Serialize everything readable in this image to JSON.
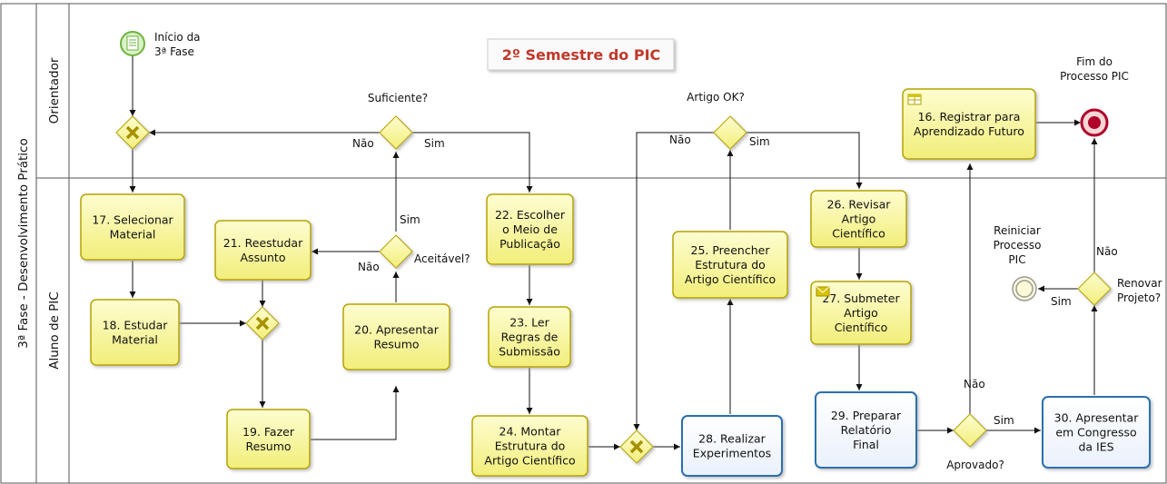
{
  "pool": {
    "label": "3ª Fase - Desenvolvimento Prático"
  },
  "lanes": {
    "orientador": "Orientador",
    "aluno": "Aluno de PIC"
  },
  "banner": "2º Semestre do PIC",
  "start": {
    "label": [
      "Início da",
      "3ª Fase"
    ]
  },
  "end": {
    "label": [
      "Fim do",
      "Processo PIC"
    ]
  },
  "restart": {
    "label": [
      "Reiniciar",
      "Processo",
      "PIC"
    ]
  },
  "tasks": {
    "t17": [
      "17. Selecionar",
      "Material"
    ],
    "t18": [
      "18. Estudar",
      "Material"
    ],
    "t19": [
      "19. Fazer",
      "Resumo"
    ],
    "t20": [
      "20. Apresentar",
      "Resumo"
    ],
    "t21": [
      "21. Reestudar",
      "Assunto"
    ],
    "t22": [
      "22. Escolher",
      "o Meio de",
      "Publicação"
    ],
    "t23": [
      "23. Ler",
      "Regras de",
      "Submissão"
    ],
    "t24": [
      "24. Montar",
      "Estrutura do",
      "Artigo Científico"
    ],
    "t25": [
      "25. Preencher",
      "Estrutura do",
      "Artigo Científico"
    ],
    "t26": [
      "26. Revisar",
      "Artigo",
      "Científico"
    ],
    "t27": [
      "27. Submeter",
      "Artigo",
      "Científico"
    ],
    "t28": [
      "28. Realizar",
      "Experimentos"
    ],
    "t29": [
      "29. Preparar",
      "Relatório",
      "Final"
    ],
    "t30": [
      "30. Apresentar",
      "em Congresso",
      "da IES"
    ],
    "t16": [
      "16. Registrar para",
      "Aprendizado Futuro"
    ]
  },
  "gateways": {
    "suficiente": "Suficiente?",
    "aceitavel": "Aceitável?",
    "artigo_ok": "Artigo OK?",
    "aprovado": "Aprovado?",
    "renovar": [
      "Renovar",
      "Projeto?"
    ]
  },
  "flow_labels": {
    "sim": "Sim",
    "nao": "Não"
  }
}
